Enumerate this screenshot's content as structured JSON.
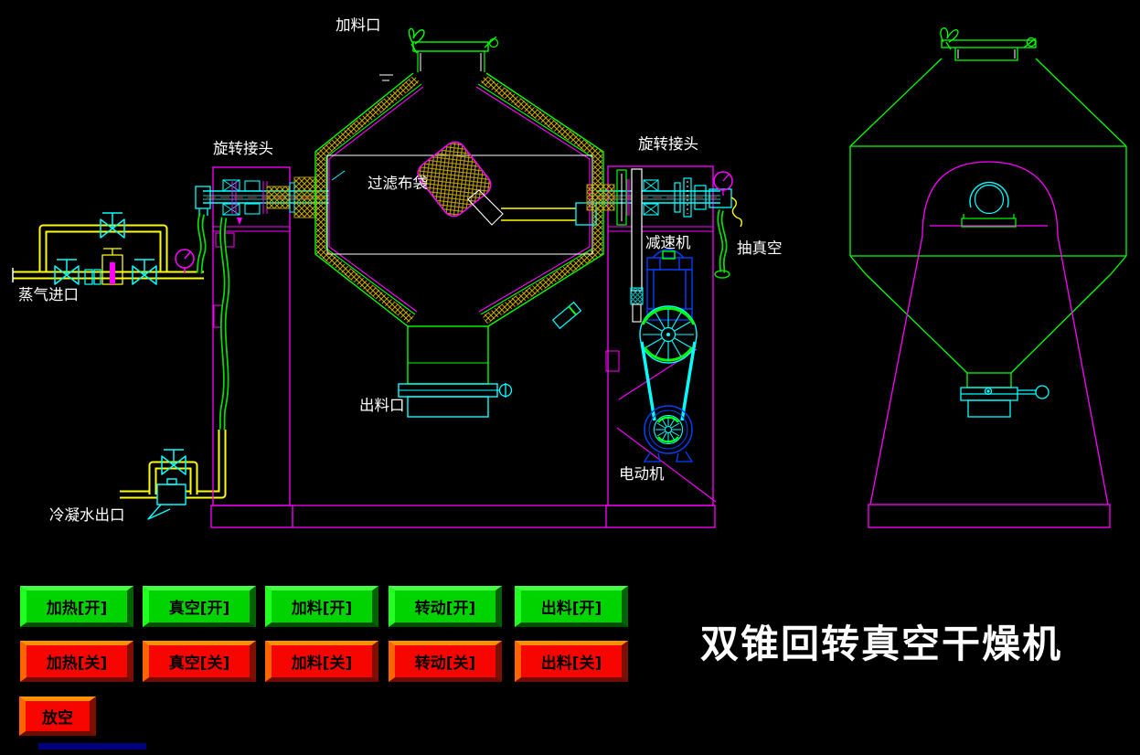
{
  "title": "双锥回转真空干燥机",
  "diagram": {
    "labels": {
      "feed_port": "加料口",
      "rotary_joint_left": "旋转接头",
      "rotary_joint_right": "旋转接头",
      "filter_bag": "过滤布袋",
      "steam_inlet": "蒸气进口",
      "reducer": "减速机",
      "vacuum_pump": "抽真空",
      "discharge_port": "出料口",
      "motor": "电动机",
      "condensate_outlet": "冷凝水出口"
    }
  },
  "controls": {
    "on": [
      "加热[开]",
      "真空[开]",
      "加料[开]",
      "转动[开]",
      "出料[开]"
    ],
    "off": [
      "加热[关]",
      "真空[关]",
      "加料[关]",
      "转动[关]",
      "出料[关]"
    ],
    "vent": "放空"
  },
  "colors": {
    "background": "#000000",
    "on_button": "#00d400",
    "off_button": "#f70500",
    "outline_green": "#00ff00",
    "frame_magenta": "#ff00ff",
    "shaft_cyan": "#00ffff",
    "pipe_yellow": "#ffff00",
    "motor_blue": "#0040ff",
    "label_text": "#ffffff"
  }
}
